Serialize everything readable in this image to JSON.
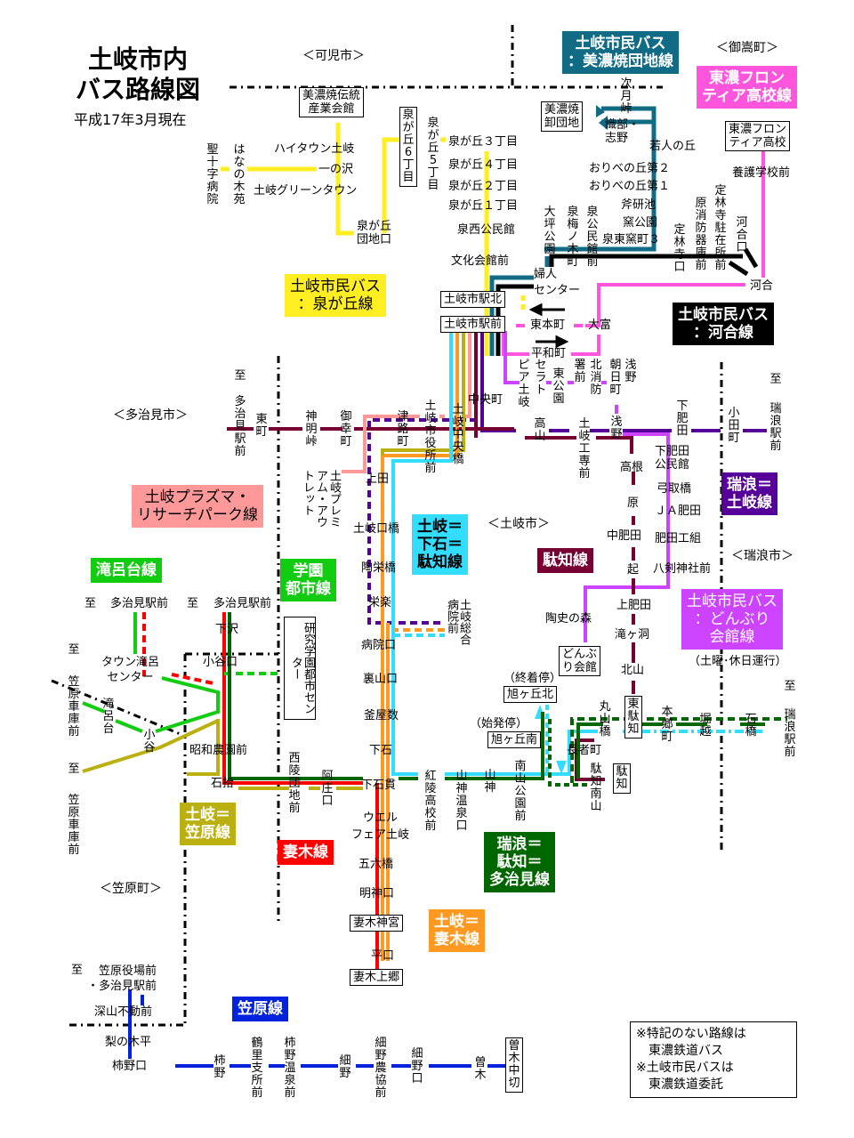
{
  "header": {
    "title_line1": "土岐市内",
    "title_line2": "バス路線図",
    "subtitle": "平成17年3月現在"
  },
  "areas": {
    "kani": "＜可児市＞",
    "mitake": "＜御嵩町＞",
    "tajimi": "＜多治見市＞",
    "toki": "＜土岐市＞",
    "mizunami": "＜瑞浪市＞",
    "kasahara": "＜笠原町＞"
  },
  "colors": {
    "izumigaoka": "#ffee22",
    "minoyaki": "#116b85",
    "frontier": "#ff55dd",
    "kawai": "#000000",
    "mizunami_toki": "#550099",
    "dachi": "#770033",
    "donburi": "#cc44ff",
    "plasma": "#ff9999",
    "shimoishi": "#33ddff",
    "tsumagi": "#ff0000",
    "toki_tsumagi": "#ff9922",
    "takiro": "#11cc11",
    "gakuen": "#11cc11",
    "kasahara_toki": "#bbb011",
    "mizunami_dachi_tajimi": "#006600",
    "kasahara": "#0022dd"
  },
  "route_labels": {
    "minoyaki": "土岐市民バス\n：美濃焼団地線",
    "frontier": "東濃フロン\nティア高校線",
    "izumigaoka": "土岐市民バス\n：泉が丘線",
    "kawai": "土岐市民バス\n：河合線",
    "plasma": "土岐プラズマ・\nリサーチパーク線",
    "shimoishi": "土岐＝\n下石＝\n駄知線",
    "mizunami_toki": "瑞浪＝\n土岐線",
    "dachi": "駄知線",
    "donburi": "土岐市民バス\n：どんぶり\n会館線",
    "donburi_note": "（土曜･休日運行）",
    "takiro": "滝呂台線",
    "gakuen": "学園\n都市線",
    "kasahara_toki": "土岐＝\n笠原線",
    "tsumagi": "妻木線",
    "mizunami_dachi_tajimi": "瑞浪＝\n駄知＝\n多治見線",
    "toki_tsumagi": "土岐＝\n妻木線",
    "kasahara": "笠原線"
  },
  "stops": {
    "minoyaki_dento": "美濃焼伝統\n産業会館",
    "izumigaoka6": "泉が丘6丁目",
    "izumigaoka5": "泉が丘5丁目",
    "hightown": "ハイタウン土岐",
    "ichinosawa": "一の沢",
    "greentown": "土岐グリーンタウン",
    "seijuji": "聖十字病院",
    "hananoki": "はなの木苑",
    "izumigaoka_danchi": "泉が丘\n団地口",
    "izumigaoka3": "泉が丘３丁目",
    "izumigaoka4": "泉が丘４丁目",
    "izumigaoka2": "泉が丘２丁目",
    "izumigaoka1": "泉が丘１丁目",
    "izuminishi": "泉西公民館",
    "bunka": "文化会館前",
    "tokishi_eki_kita": "土岐市駅北",
    "tokishi_eki_mae": "土岐市駅前",
    "fujin": "婦人\nセンター",
    "higashimoto": "東本町",
    "heiwa": "平和町",
    "otomi": "大富",
    "kawai": "河合",
    "kawaiguchi": "河合口",
    "jorinji_chuzai": "定林寺駐在所前",
    "hara_shobo": "原消防器庫前",
    "jorinji": "定林寺口",
    "izumi_higashikama3": "泉東窯町３",
    "ono_kenkyu": "斧研池",
    "kama_koen": "窯公園",
    "oribe2": "おりべの丘第２",
    "oribe1": "おりべの丘第１",
    "oribe_shino": "織部・志野",
    "wakabito": "若人の丘",
    "tsukiyo": "次月峠",
    "minoyaki_oroshi": "美濃焼\n卸団地",
    "frontier_school": "東濃フロン\nティア高校",
    "yogo": "養護学校前",
    "otsubo": "大坪公園",
    "izumi_umenoki": "泉梅ノ木町",
    "izumi_kominkan": "泉公民館前",
    "piatoki": "ピア土岐",
    "serato": "セラト",
    "higashi_koen": "東公園",
    "shomae": "署前",
    "kitashobo": "北消防",
    "asahi": "朝日町",
    "asano_upper": "浅野",
    "chuo": "中央町",
    "higashimachi": "東町",
    "shinmei": "神明峠",
    "gokomachi": "御幸町",
    "tsuji": "津路町",
    "shiyakusho": "土岐市役所前",
    "chuobashi": "土岐中央橋",
    "takayama": "高山",
    "kosen": "土岐工専前",
    "asano": "浅野",
    "shimohida": "下肥田",
    "odamachi": "小田町",
    "mizunami_eki": "瑞浪駅前",
    "to": "至",
    "tajimi_eki": "多治見駅前",
    "ueda": "上田",
    "toki_premium": "土岐プレミアム・アウトレット",
    "tokiguchibashi": "土岐口橋",
    "toeibashi": "陶栄橋",
    "eiraku": "栄楽",
    "toki_sogo": "土岐総合病院前",
    "byoinguchi": "病院口",
    "urayama": "裏山口",
    "kamaya": "釜屋数",
    "shimoishi": "下石",
    "shimoishi_nuki": "下石貫",
    "takane": "高根",
    "hara": "原",
    "nakahida": "中肥田",
    "oki": "起",
    "kamihida": "上肥田",
    "takigahora": "滝ヶ洞",
    "kitayama": "北山",
    "shimohida_kominkan": "下肥田\n公民館",
    "yumitori": "弓取橋",
    "ja_hida": "ＪＡ肥田",
    "hida_kogumi": "肥田工組",
    "yatsurugi": "八剣神社前",
    "toshi_mori": "陶史の森",
    "donburi_kaikan": "どんぶ\nり会館",
    "shuchaku": "（終着停）",
    "asahigaoka_kita": "旭ヶ丘北",
    "shihatsu": "（始発停）",
    "asahigaoka_minami": "旭ヶ丘南",
    "higashi_dachi": "東駄知",
    "maruyama": "丸山橋",
    "hongo": "本郷町",
    "horikoshi": "堀越",
    "ishibashi": "石橋",
    "chojamachi": "長者町",
    "dachi": "駄知",
    "dachi_minamiyama": "駄知南山",
    "minamiyama_koen": "南山公園前",
    "yamagami": "山神",
    "yamagami_onsen": "山神温泉口",
    "koryo": "紅陵高校前",
    "nishiryo": "西陵団地前",
    "asho": "阿庄口",
    "welfare": "ウエル\nフェア土岐",
    "goroku": "五六橋",
    "myojin": "明神口",
    "tsumagi_jingu": "妻木神宮",
    "hiraguchi": "平口",
    "tsumagi_kamigo": "妻木上郷",
    "town_takiro": "タウン滝呂\nセンター",
    "takirodai": "滝呂台",
    "shimosawa": "下沢",
    "kodaniguchi": "小谷口",
    "kenkyu_gakuen": "研究学園都市センター",
    "kodani": "小谷",
    "showa_noen": "昭和農園前",
    "ishihiro": "石拾",
    "kasahara_shako": "笠原車庫前",
    "kasahara_yakuba": "笠原役場前\n・多治見駅前",
    "fukayama": "深山不動前",
    "nashinoki": "梨の木平",
    "kakinoguchi": "柿野口",
    "kakino": "柿野",
    "tsuru_sato": "鶴里支所前",
    "kakino_onsen": "柿野温泉前",
    "hosono": "細野",
    "hosono_nokyo": "細野農協前",
    "hosonoguchi": "細野口",
    "soki": "曽木",
    "soki_nakagiri": "曽木中切"
  },
  "notes": {
    "line1": "※特記のない路線は",
    "line2": "　東濃鉄道バス",
    "line3": "※土岐市民バスは",
    "line4": "　東濃鉄道委託"
  }
}
